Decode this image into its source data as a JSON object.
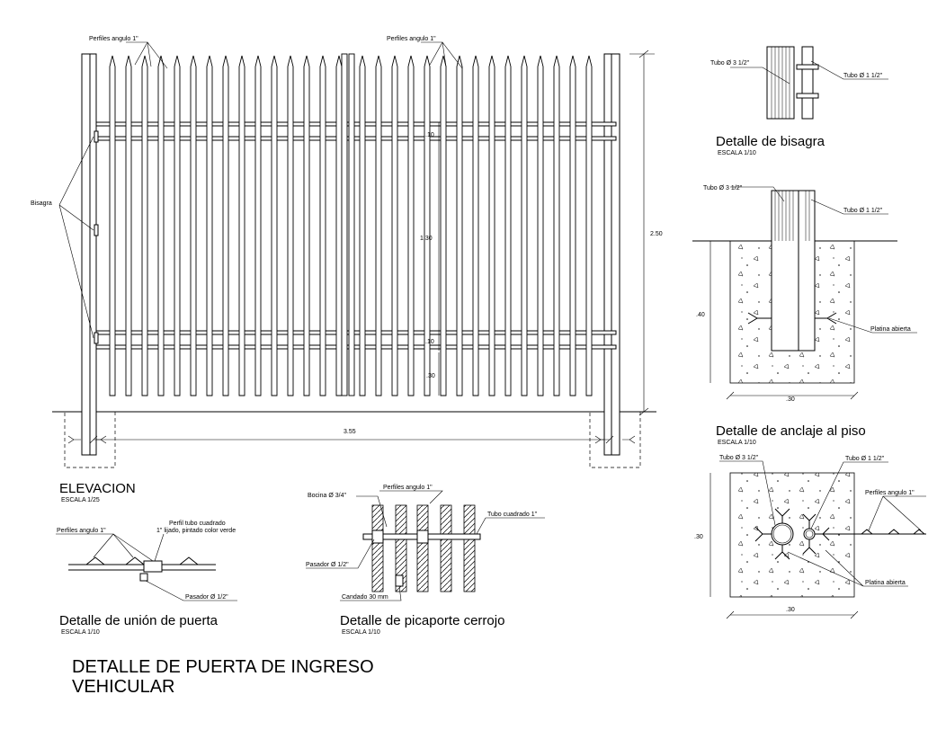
{
  "labels": {
    "perfiles_angulo_1": "Perfiles angulo 1\"",
    "bisagra": "Bisagra",
    "dim_010": ".10",
    "dim_130": "1.30",
    "dim_030": ".30",
    "dim_250": "2.50",
    "dim_355": "3.55",
    "dim_040": ".40",
    "tubo_3_half": "Tubo Ø 3  1/2\"",
    "tubo_1_1half": "Tubo Ø 1 1/2\"",
    "platina_abierta": "Platina abierta",
    "perfil_tubo_1": "Perfil tubo cuadrado",
    "perfil_tubo_2": "1\" lijado, pintado color verde",
    "pasador_half": "Pasador Ø 1/2\"",
    "bocina": "Bocina Ø 3/4\"",
    "tubo_cuadrado": "Tubo cuadrado 1\"",
    "candado": "Candado 30 mm"
  },
  "titles": {
    "elevacion": "ELEVACION",
    "escala_125": "ESCALA 1/25",
    "escala_110": "ESCALA 1/10",
    "bisagra": "Detalle de bisagra",
    "anclaje": "Detalle de anclaje al piso",
    "union": "Detalle de unión de puerta",
    "picaporte": "Detalle de picaporte cerrojo",
    "main_1": "DETALLE DE PUERTA DE INGRESO",
    "main_2": "VEHICULAR"
  }
}
